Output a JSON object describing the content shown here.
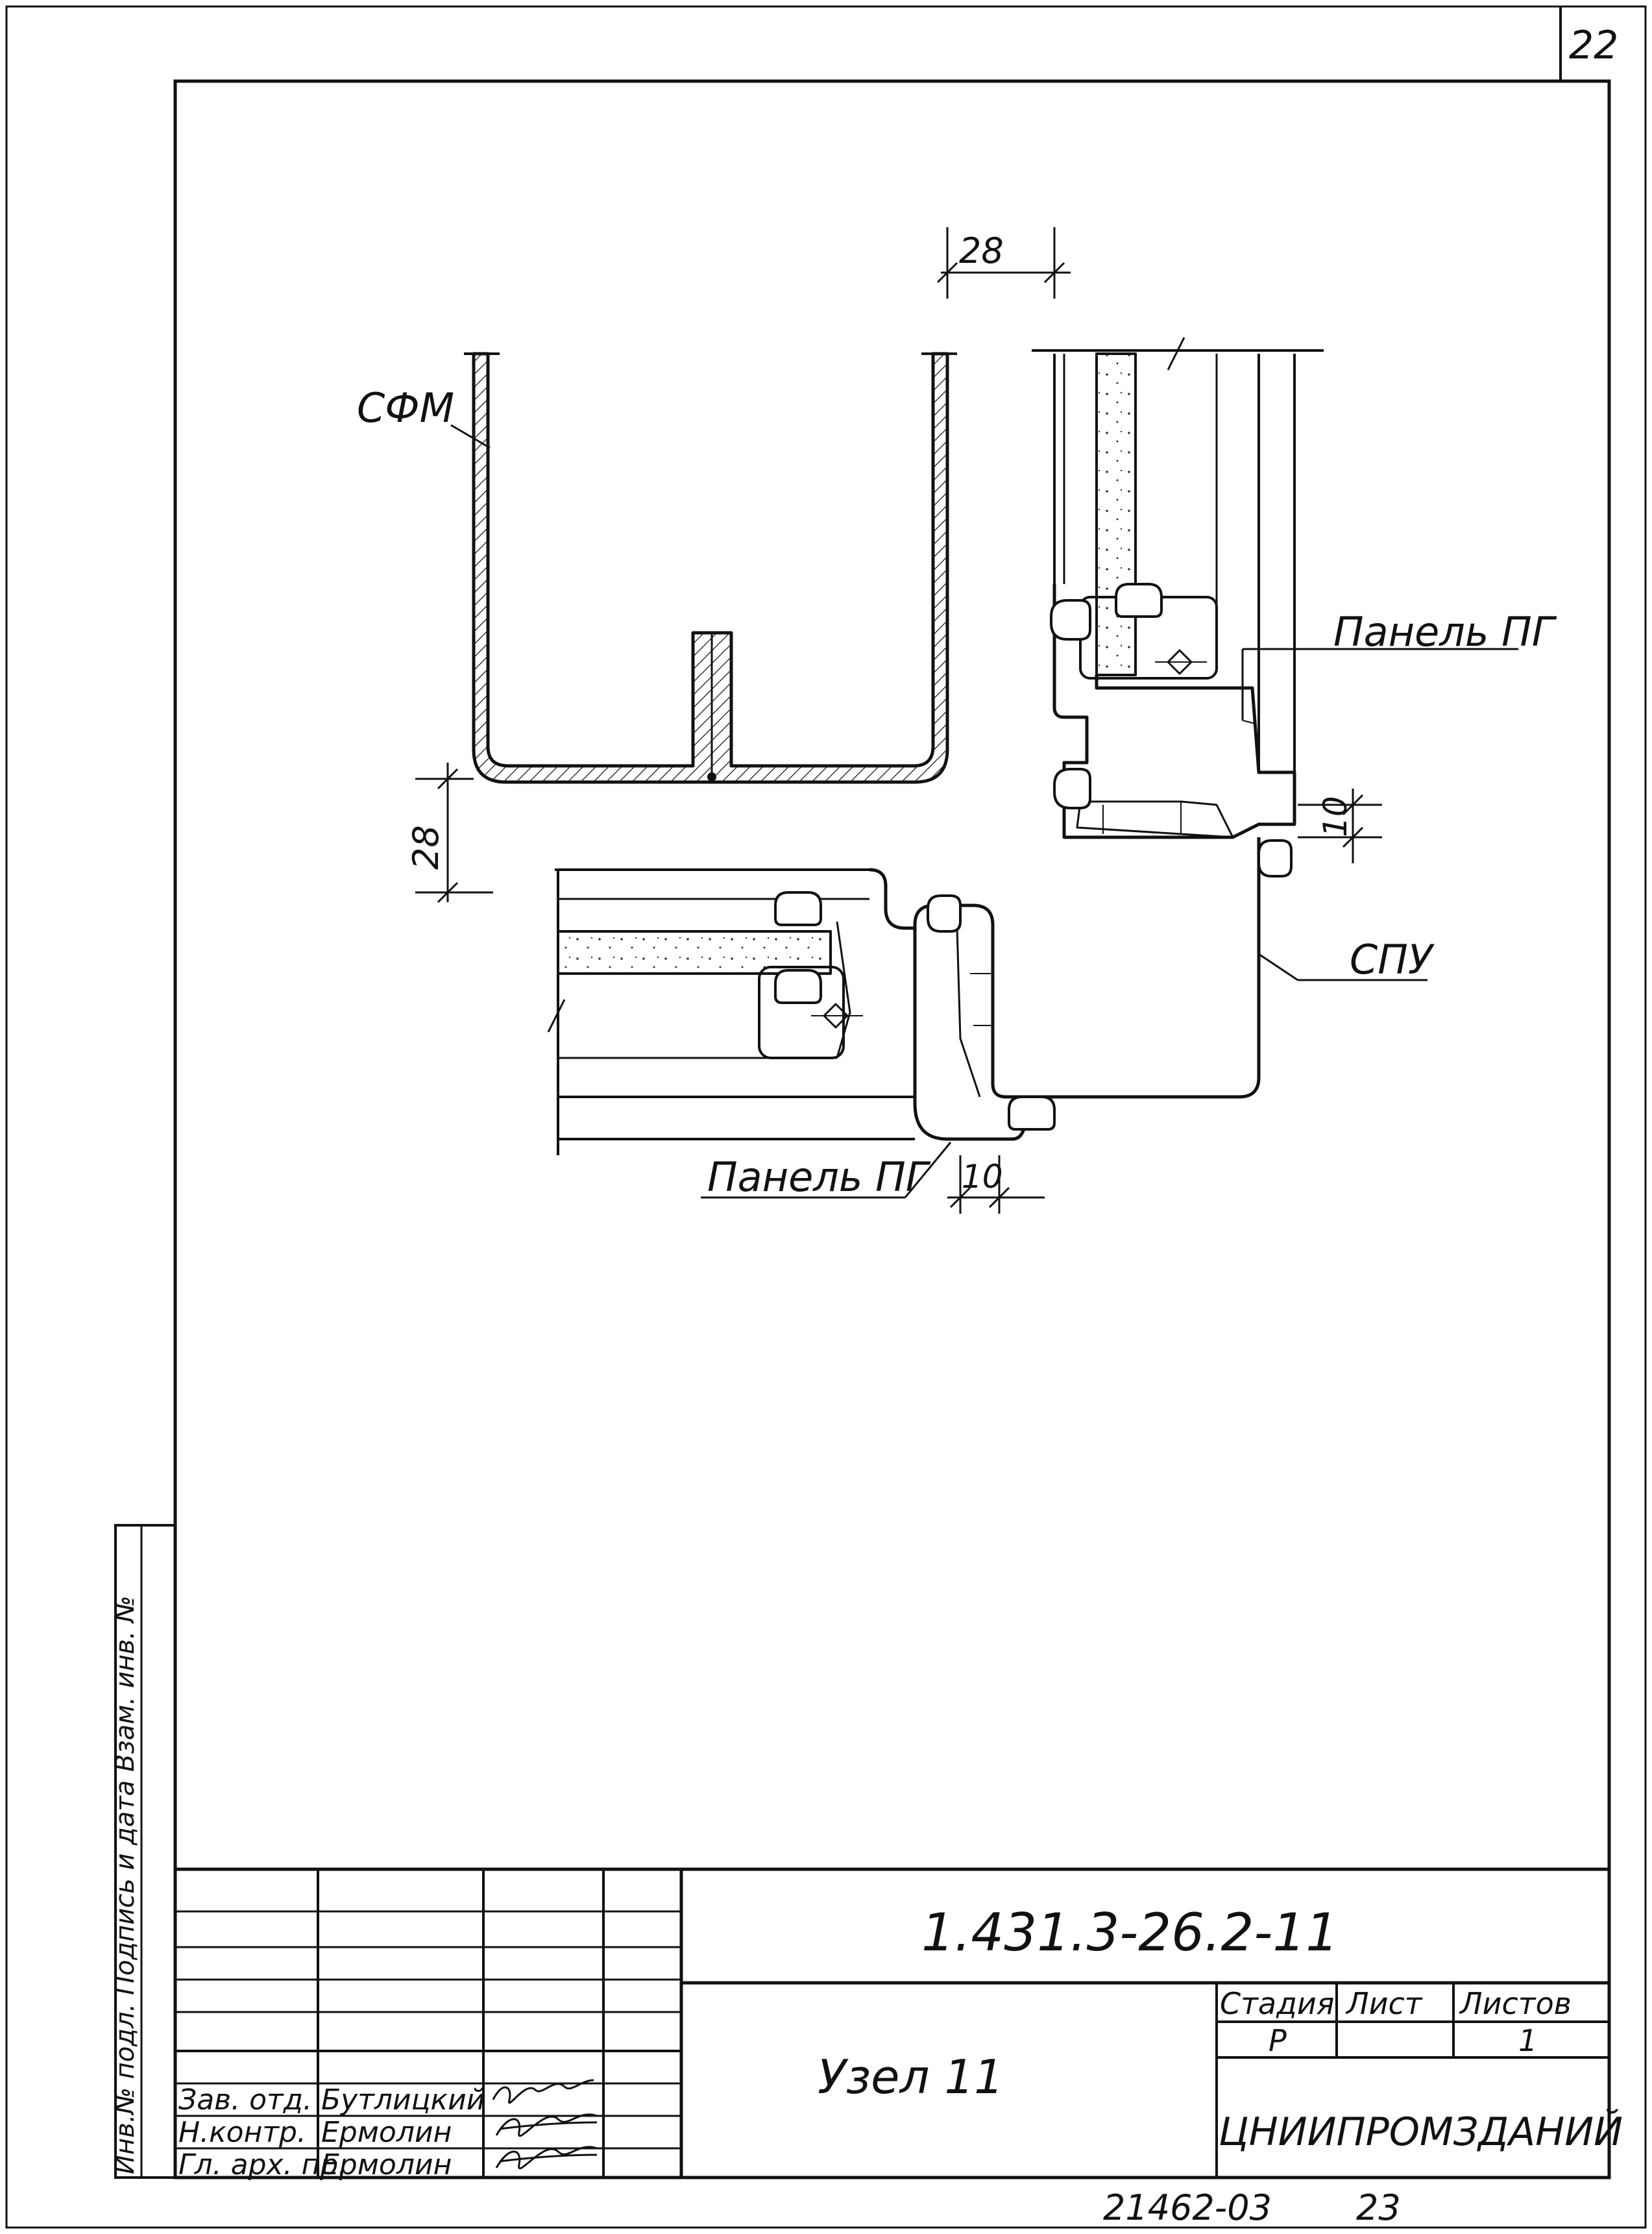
{
  "sheet": {
    "page_number": "22",
    "bottom_code": "21462-03",
    "bottom_number": "23"
  },
  "drawing": {
    "labels": {
      "sfm": "СФМ",
      "panel_top": "Панель ПГ",
      "spu": "СПУ",
      "panel_bottom": "Панель ПГ"
    },
    "dimensions": {
      "top": "28",
      "left": "28",
      "right": "10",
      "bottom": "10"
    }
  },
  "side_stamp": {
    "text": "Инв.№ подл.  Подпись и дата  Взам. инв. №"
  },
  "title_block": {
    "designation": "1.431.3-26.2-11",
    "title": "Узел 11",
    "organization": "ЦНИИПРОМЗДАНИЙ",
    "headers": {
      "stage": "Стадия",
      "sheet": "Лист",
      "sheets": "Листов"
    },
    "values": {
      "stage": "Р",
      "sheet": "",
      "sheets": "1"
    },
    "signatures": [
      {
        "role": "Зав. отд.",
        "name": "Бутлицкий"
      },
      {
        "role": "Н.контр.",
        "name": "Ермолин"
      },
      {
        "role": "Гл. арх. пр.",
        "name": "Ермолин"
      }
    ]
  }
}
